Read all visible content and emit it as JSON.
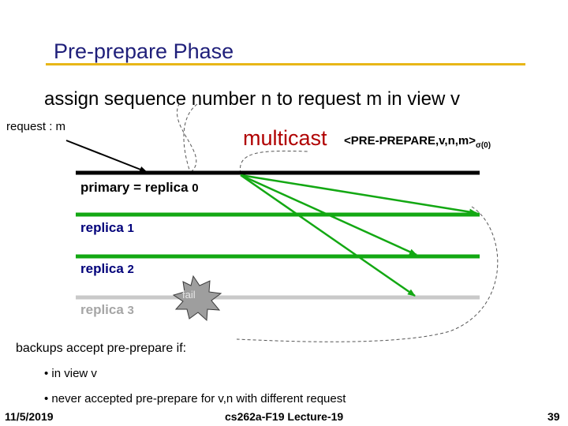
{
  "title": "Pre-prepare Phase",
  "subtitle": "assign sequence number n to request m in view v",
  "request_label": "request : m",
  "multicast": {
    "word": "multicast",
    "message": "<PRE-PREPARE,v,n,m>",
    "subscript": "σ(0)"
  },
  "replicas": [
    {
      "label": "primary = replica",
      "number": "0",
      "line_color": "#000000"
    },
    {
      "label": "replica",
      "number": "1",
      "line_color": "#13a813"
    },
    {
      "label": "replica",
      "number": "2",
      "line_color": "#13a813"
    },
    {
      "label": "replica",
      "number": "3",
      "line_color": "#c9c9c9"
    }
  ],
  "fail_label": "fail",
  "backups": {
    "heading": "backups accept pre-prepare if:",
    "bullets": [
      "• in view v",
      "• never accepted pre-prepare for v,n with different request"
    ]
  },
  "footer": {
    "date": "11/5/2019",
    "course": "cs262a-F19 Lecture-19",
    "page": "39"
  },
  "colors": {
    "title": "#1f1f7a",
    "accent_rule": "#e8b617",
    "multicast": "#b00000",
    "arrow": "#13a813",
    "burst_fill": "#9e9e9e"
  }
}
